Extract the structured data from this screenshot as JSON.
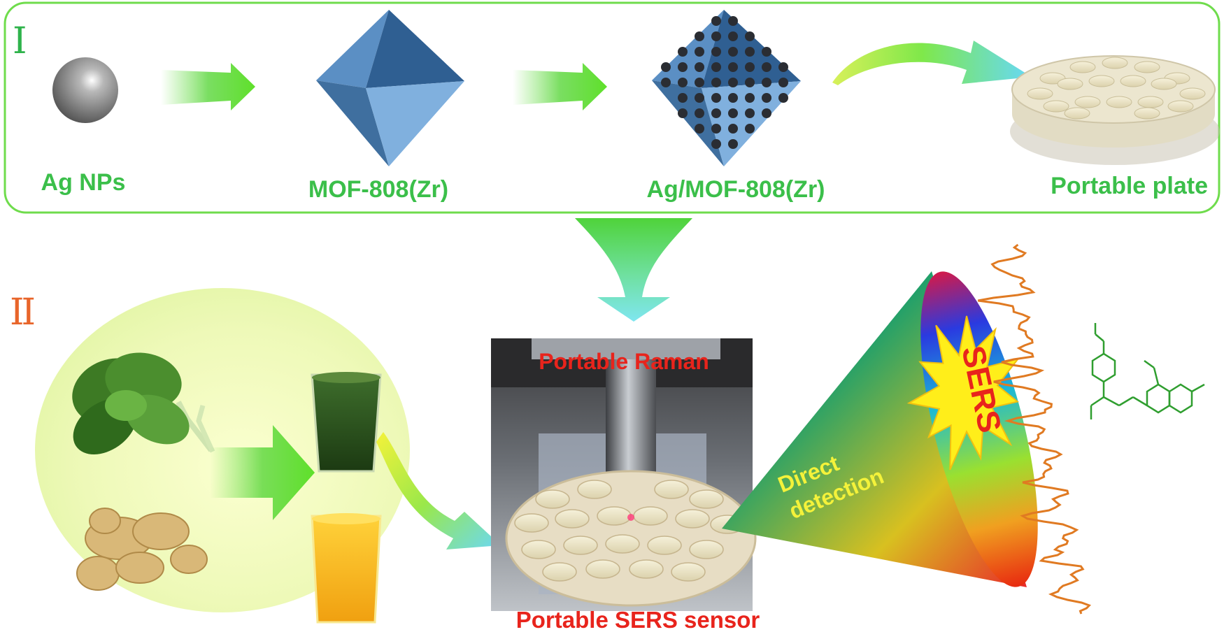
{
  "panel_one": {
    "numeral": "I",
    "labels": {
      "ag_nps": "Ag NPs",
      "mof": "MOF-808(Zr)",
      "composite": "Ag/MOF-808(Zr)",
      "plate": "Portable plate"
    }
  },
  "panel_two": {
    "numeral": "II",
    "labels": {
      "raman": "Portable Raman",
      "sensor": "Portable SERS sensor",
      "direct": "Direct",
      "detection": "detection",
      "sers": "SERS"
    }
  },
  "colors": {
    "frame": "#6fdc4c",
    "label_green": "#3bbf4a",
    "numeral_one": "#2fb34b",
    "numeral_two": "#e8652a",
    "label_red": "#e8241c",
    "spectrum": "#e07a22",
    "molecule": "#2f9e2f",
    "burst": "#ffee1a"
  }
}
